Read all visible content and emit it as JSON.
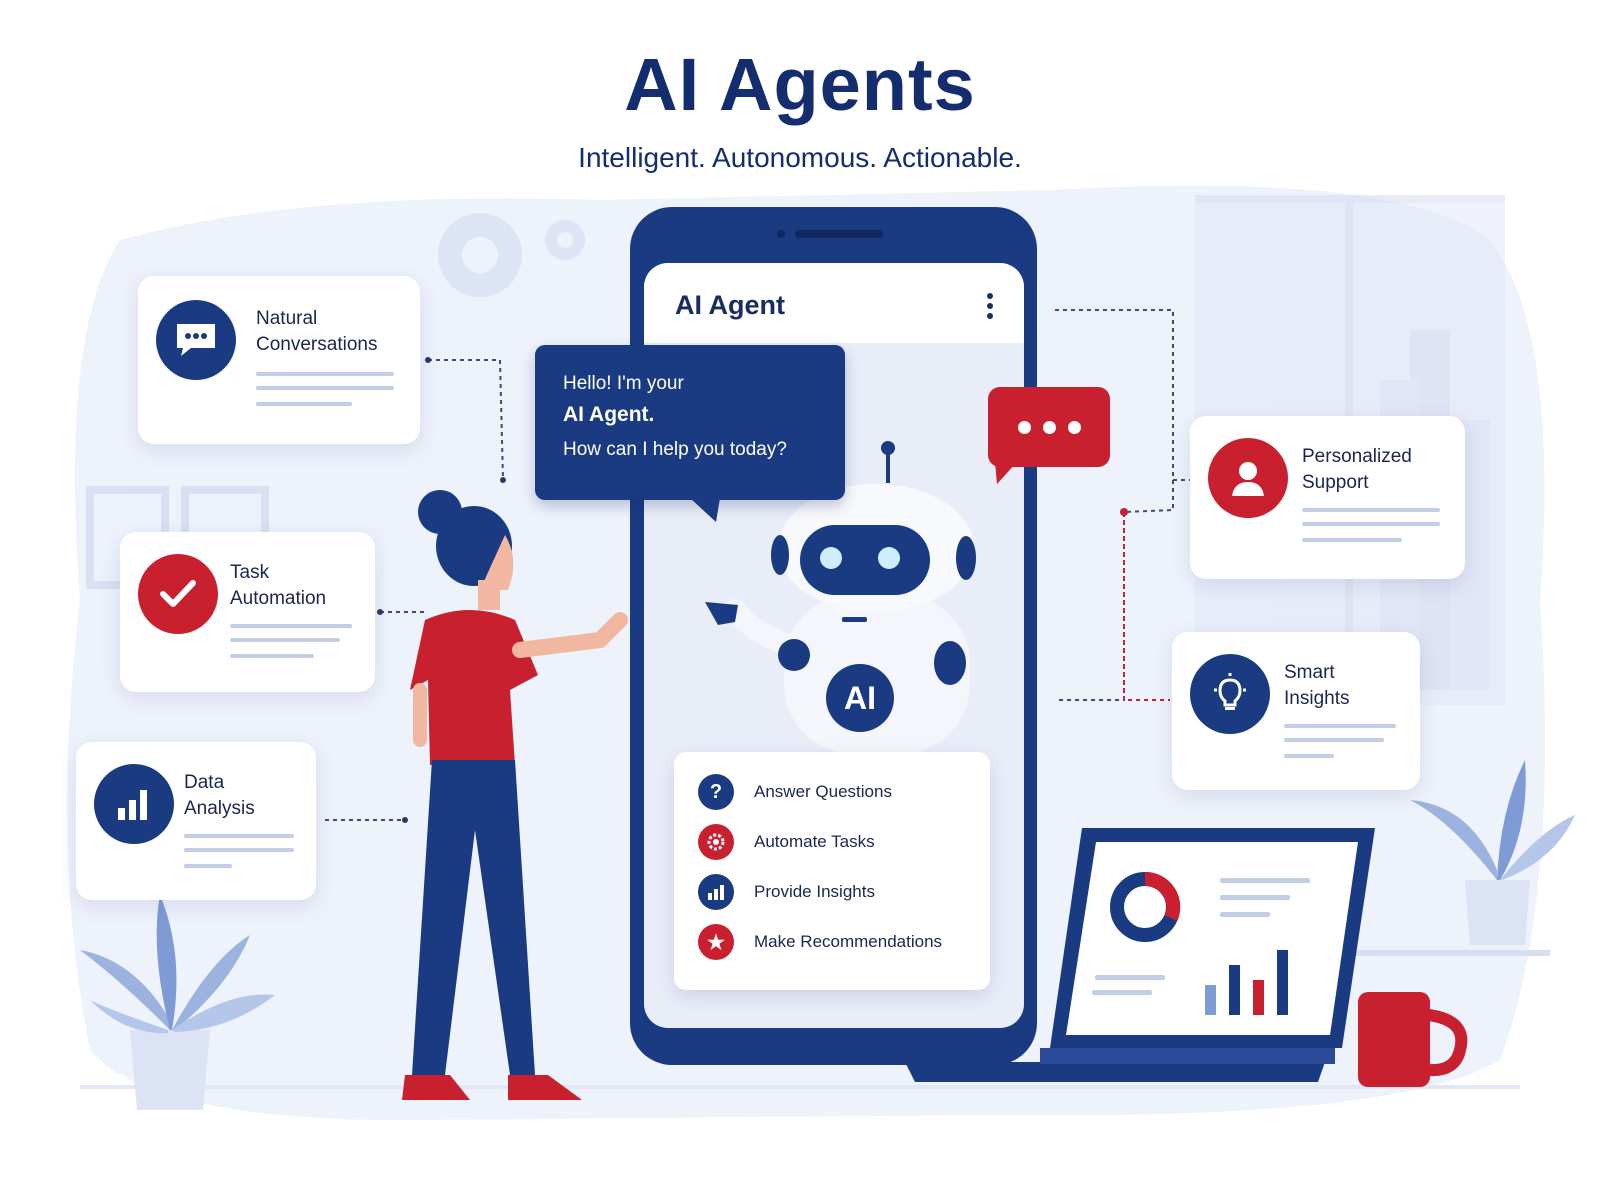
{
  "header": {
    "title": "AI Agents",
    "subtitle": "Intelligent. Autonomous. Actionable."
  },
  "phone": {
    "app_title": "AI Agent",
    "greeting": {
      "line1": "Hello! I'm your",
      "line2": "AI Agent.",
      "line3": "How can I help you today?"
    },
    "robot_badge": "AI",
    "capabilities": [
      {
        "label": "Answer Questions",
        "icon": "question-icon"
      },
      {
        "label": "Automate Tasks",
        "icon": "gear-icon"
      },
      {
        "label": "Provide Insights",
        "icon": "bar-chart-icon"
      },
      {
        "label": "Make Recommendations",
        "icon": "star-icon"
      }
    ]
  },
  "features_left": [
    {
      "label": "Natural\nConversations",
      "icon": "chat-bubble-icon"
    },
    {
      "label": "Task\nAutomation",
      "icon": "checkmark-icon"
    },
    {
      "label": "Data\nAnalysis",
      "icon": "bar-chart-icon"
    }
  ],
  "features_right": [
    {
      "label": "Personalized\nSupport",
      "icon": "user-icon"
    },
    {
      "label": "Smart\nInsights",
      "icon": "lightbulb-icon"
    }
  ],
  "colors": {
    "navy": "#1a3a82",
    "red": "#c8202f",
    "background_tint": "#eef2fb",
    "text": "#142d6e"
  }
}
